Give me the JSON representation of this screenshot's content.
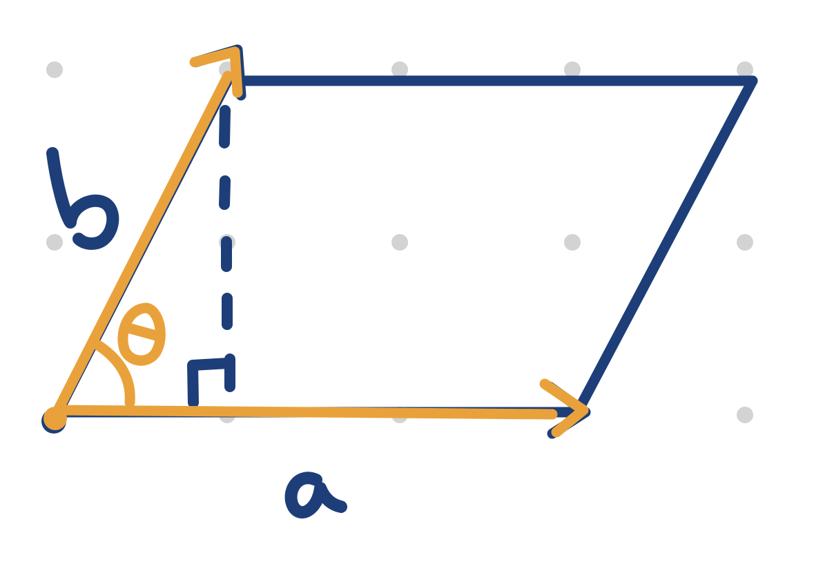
{
  "colors": {
    "navy": "#1d3e78",
    "orange": "#e9a23b",
    "grid_dot": "#d3d3d3",
    "background": "#ffffff"
  },
  "labels": {
    "side_a": "a",
    "side_b": "b",
    "angle": "θ"
  },
  "icons": {
    "right_angle": "right-angle-marker-icon",
    "origin": "origin-dot-icon",
    "arrowhead": "arrowhead-icon"
  }
}
